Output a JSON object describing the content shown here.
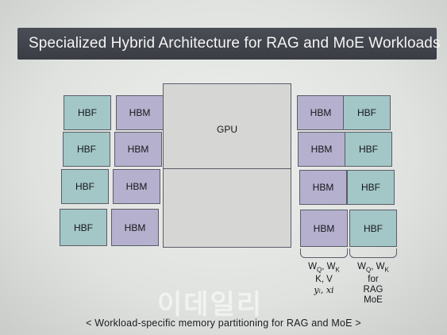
{
  "title": "Specialized Hybrid Architecture for RAG and MoE Workloads",
  "gpu_label": "GPU",
  "left_outer": [
    "HBF",
    "HBF",
    "HBF",
    "HBF"
  ],
  "left_inner": [
    "HBM",
    "HBM",
    "HBM",
    "HBM"
  ],
  "right_inner": [
    "HBM",
    "HBM",
    "HBM",
    "HBM"
  ],
  "right_outer": [
    "HBF",
    "HBF",
    "HBF",
    "HBF"
  ],
  "right_inner_label": {
    "line1_main": "W",
    "line1_sub1": "Q",
    "line1_mid": ", W",
    "line1_sub2": "K",
    "line2": "K, V",
    "line3": "yᵢ, xi"
  },
  "right_outer_label": {
    "line1_main": "W",
    "line1_sub1": "Q",
    "line1_mid": ", W",
    "line1_sub2": "K",
    "line2": "for",
    "line3": "RAG",
    "line4": "MoE"
  },
  "watermark": "이데일리",
  "caption": "< Workload-specific memory partitioning for RAG and MoE >",
  "colors": {
    "hbf": "#a3c6c6",
    "hbm": "#b5b0cd",
    "title_bg": "#3f424a",
    "gpu": "#d6d6d4"
  }
}
